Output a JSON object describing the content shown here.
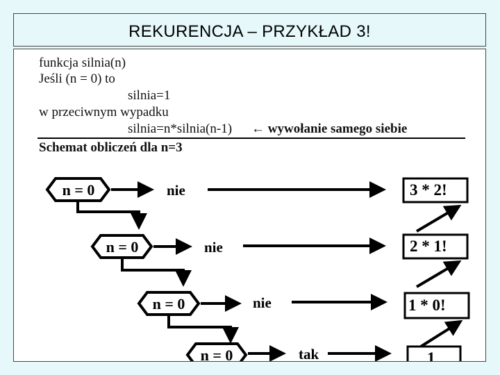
{
  "slide": {
    "title": "REKURENCJA – PRZYKŁAD 3!"
  },
  "pseudocode": {
    "line1": "funkcja silnia(n)",
    "line2": "Jeśli (n = 0) to",
    "line3": "silnia=1",
    "line4": "w przeciwnym wypadku",
    "line5": "silnia=n*silnia(n-1)",
    "annotation": "← wywołanie samego siebie"
  },
  "schema": {
    "heading": "Schemat obliczeń dla n=3",
    "condition_label": "n = 0",
    "answer_no": "nie",
    "answer_yes": "tak",
    "results": [
      "3 * 2!",
      "2 * 1!",
      "1 * 0!",
      "1"
    ]
  }
}
